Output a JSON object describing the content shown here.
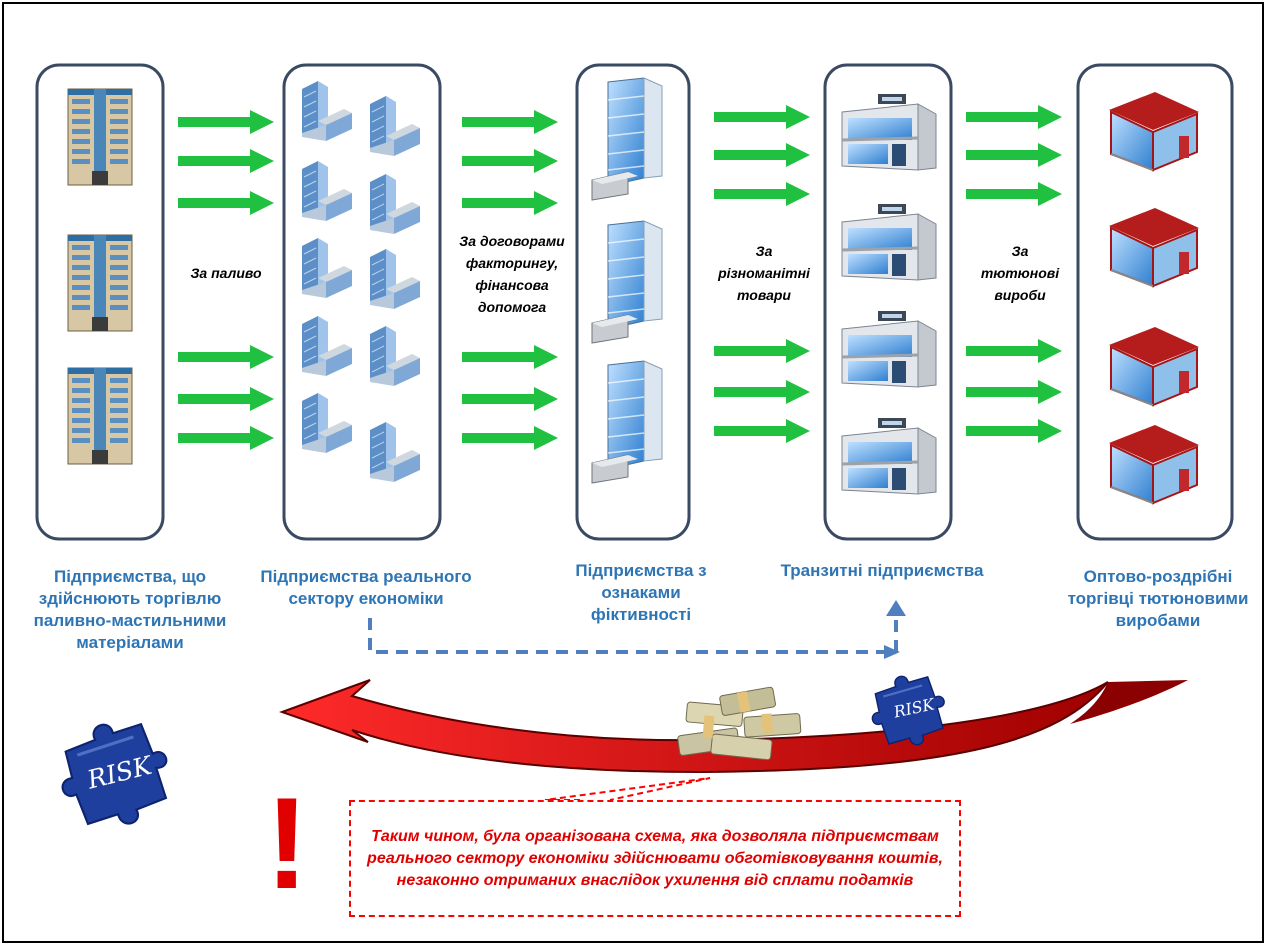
{
  "columns": [
    {
      "label": "Підприємства, що здійснюють торгівлю паливно-мастильними матеріалами"
    },
    {
      "label": "Підприємства реального сектору економіки"
    },
    {
      "label": "Підприємства з ознаками фіктивності"
    },
    {
      "label": "Транзитні підприємства"
    },
    {
      "label": "Оптово-роздрібні торгівці тютюновими виробами"
    }
  ],
  "flows": [
    {
      "label": "За паливо"
    },
    {
      "label": "За договорами факторингу, фінансова допомога"
    },
    {
      "label": "За різноманітні товари"
    },
    {
      "label": "За тютюнові вироби"
    }
  ],
  "risk_badge": {
    "text": "RISK"
  },
  "conclusion": "Таким чином, була організована схема, яка дозволяла підприємствам реального сектору економіки здійснювати обготівковування коштів, незаконно отриманих внаслідок ухилення від сплати податків",
  "alert_mark": "!",
  "colors": {
    "box_border": "#3a4a63",
    "arrow": "#20c040",
    "label": "#2e75b6",
    "return_arrow": "#e00000",
    "dashed_arrow": "#4f7fbf",
    "puzzle": "#1f3f9f"
  }
}
